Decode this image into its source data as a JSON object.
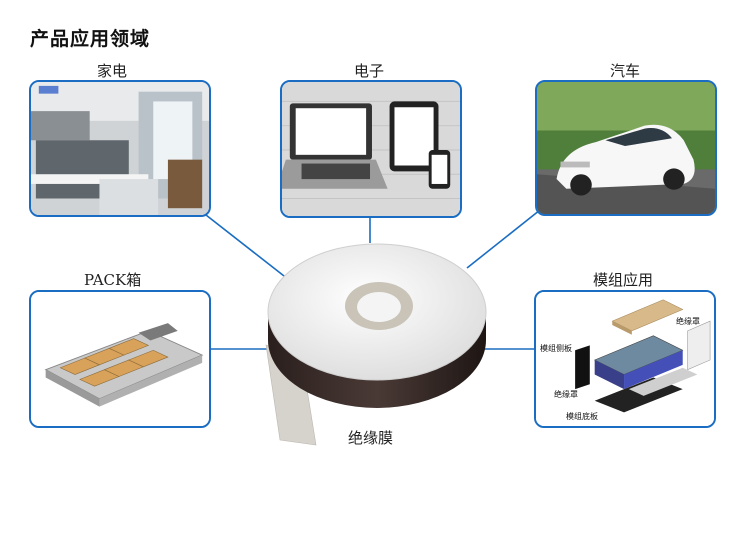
{
  "heading": "产品应用领域",
  "center_label": "绝缘膜",
  "categories": {
    "appliance": "家电",
    "electronics": "电子",
    "automotive": "汽车",
    "pack": "PACK箱",
    "module": "模组应用"
  },
  "module_parts": {
    "cover": "绝缘罩",
    "side_plate": "模组侧板",
    "cover_lower": "绝缘罩",
    "bottom_plate": "模组底板"
  },
  "colors": {
    "accent": "#1a6dc2",
    "film_white": "#f2f2f2",
    "film_dark": "#2e2220"
  }
}
